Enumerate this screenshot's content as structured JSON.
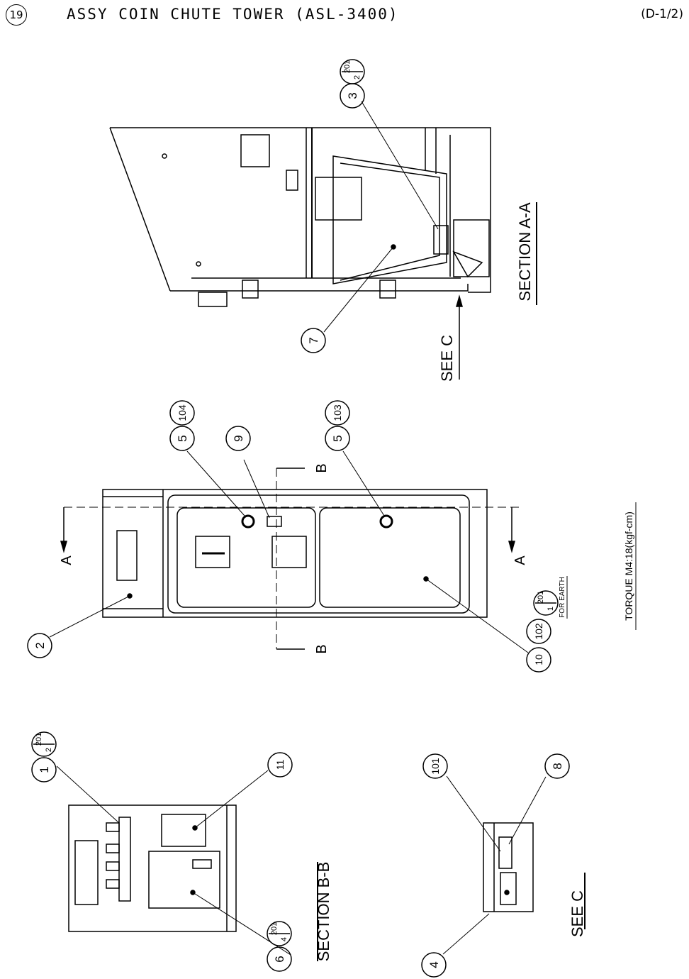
{
  "header": {
    "item_number": "19",
    "title": "ASSY COIN CHUTE TOWER (ASL-3400)",
    "sheet": "(D-1/2)"
  },
  "section_labels": {
    "section_aa": "SECTION A-A",
    "see_c_top": "SEE C",
    "section_bb": "SECTION B-B",
    "see_c_bottom": "SEE C"
  },
  "cut_marks": {
    "a_left": "A",
    "a_right": "A",
    "b_top": "B",
    "b_bottom": "B"
  },
  "note": {
    "torque": "TORQUE M4:18(kgf-cm)",
    "for_earth": "FOR EARTH"
  },
  "balloons": {
    "b3": "3",
    "b3_ref_top": "201",
    "b3_ref_bottom": "2",
    "b7": "7",
    "b5a": "5",
    "b5a_ref": "104",
    "b9": "9",
    "b5b": "5",
    "b5b_ref": "103",
    "b2": "2",
    "b10": "10",
    "b102": "102",
    "b10_ref_top": "201",
    "b10_ref_bottom": "1",
    "b1": "1",
    "b1_ref_top": "201",
    "b1_ref_bottom": "2",
    "b11": "11",
    "b6": "6",
    "b6_ref_top": "201",
    "b6_ref_bottom": "4",
    "b101": "101",
    "b8": "8",
    "b4": "4"
  }
}
